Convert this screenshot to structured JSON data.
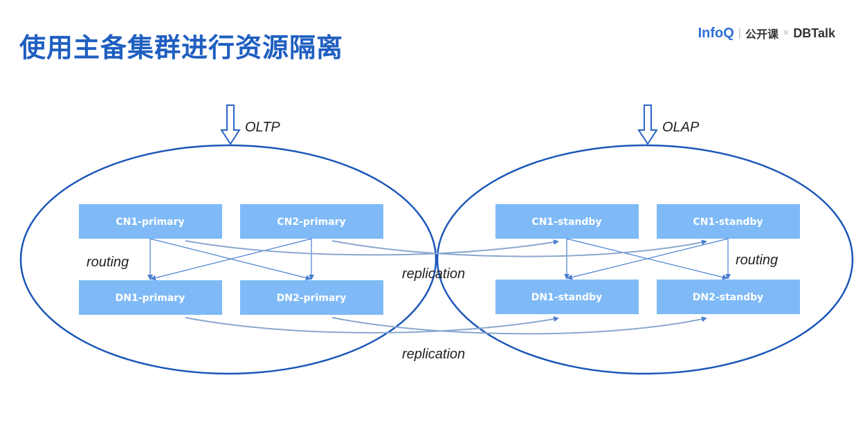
{
  "title": "使用主备集群进行资源隔离",
  "brand": {
    "infoq": "InfoQ",
    "separator": "|",
    "course": "公开课",
    "dbtalk": "DBTalk"
  },
  "diagram": {
    "inputs": {
      "left": "OLTP",
      "right": "OLAP"
    },
    "primary_nodes": [
      "CN1-primary",
      "CN2-primary",
      "DN1-primary",
      "DN2-primary"
    ],
    "standby_nodes": [
      "CN1-standby",
      "CN1-standby",
      "DN1-standby",
      "DN2-standby"
    ],
    "routing_label_left": "routing",
    "routing_label_right": "routing",
    "replication_label_top": "replication",
    "replication_label_bottom": "replication"
  },
  "colors": {
    "title": "#1f5fc0",
    "node_fill": "#7fbaf7",
    "ellipse_stroke": "#1a56b8",
    "arrow": "#4a7fd0"
  }
}
